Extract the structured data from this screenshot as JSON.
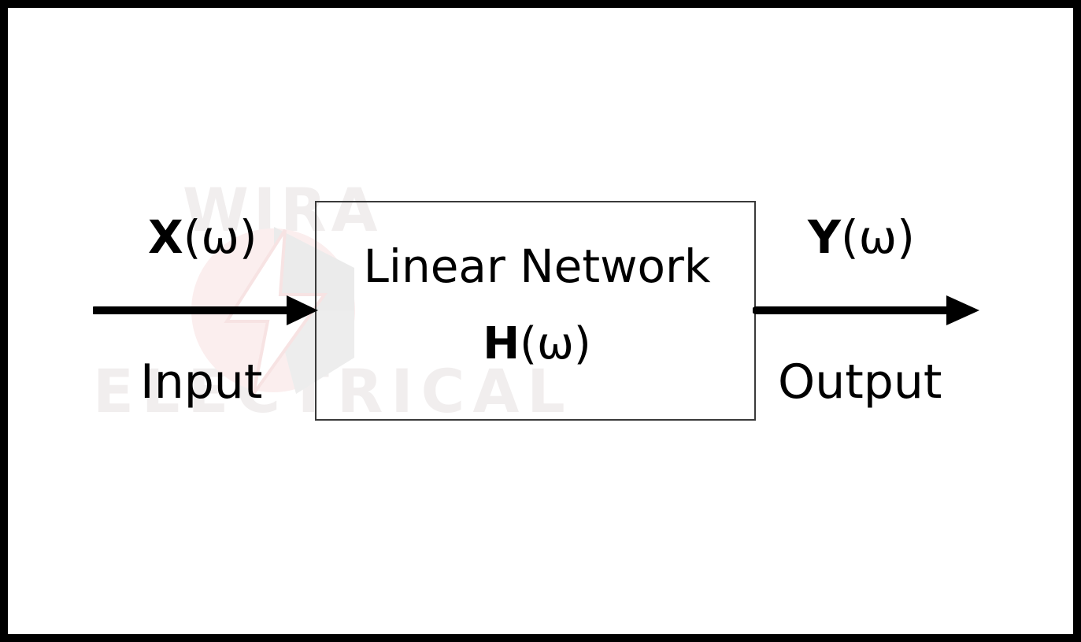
{
  "diagram": {
    "title": "Linear network frequency-domain block diagram",
    "background_color": "#ffffff",
    "frame_color": "#000000",
    "box_border_color": "#3a3a3a",
    "arrow_color": "#000000",
    "watermark_text_color": "#f1eeee",
    "watermark_logo_color": "#fae9e9"
  },
  "block": {
    "title": "Linear Network",
    "transfer_symbol": "H",
    "transfer_arg": "(ω)"
  },
  "input": {
    "signal_symbol": "X",
    "signal_arg": "(ω)",
    "port_label": "Input"
  },
  "output": {
    "signal_symbol": "Y",
    "signal_arg": "(ω)",
    "port_label": "Output"
  },
  "watermark": {
    "line1": "WIRA",
    "line2": "ELECTRICAL",
    "logo": "lightning-bolt-icon"
  }
}
